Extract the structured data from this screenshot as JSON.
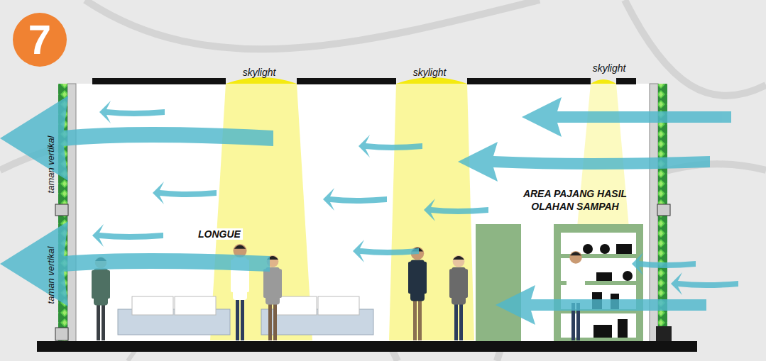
{
  "diagram": {
    "nodes": [
      {
        "text": [
          "7"
        ]
      }
    ],
    "labels": [
      "skylight",
      "skylight",
      "skylight",
      "taman vertikal",
      "taman vertikal",
      "LONGUE",
      "AREA PAJANG HASIL OLAHAN SAMPAH"
    ]
  }
}
